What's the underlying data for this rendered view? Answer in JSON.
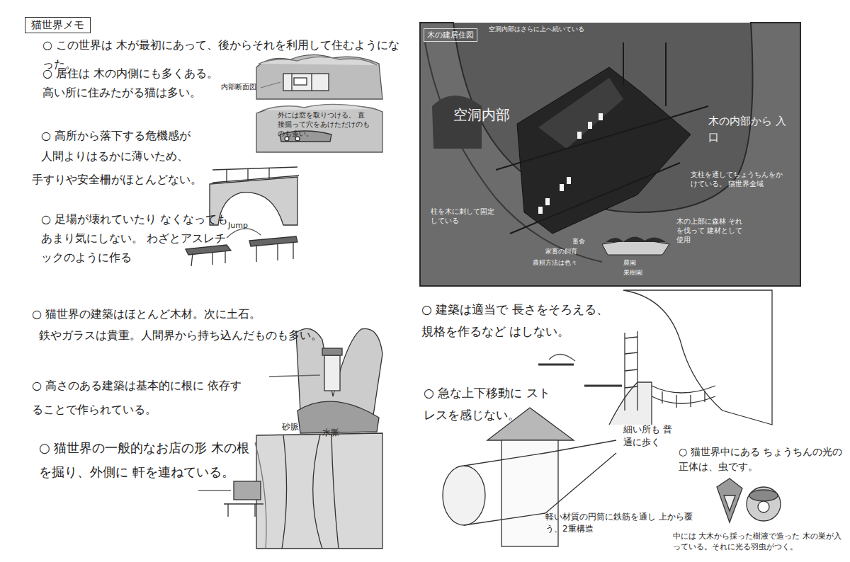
{
  "diagram": {
    "title": "猫世界メモ",
    "nodes": [
      {
        "text": [
          "木の建居住図"
        ]
      }
    ],
    "labels": [
      "○ この世界は 木が最初にあって、後からそれを利用して住むようになった。",
      "○ 居住は 木の内側にも多くある。 高い所に住みたがる猫は多い。",
      "内部断面図",
      "外には窓を取りつける。 直接掘って穴をあけただけのものも多い。",
      "○ 高所から落下する危機感が 人間よりはるかに薄いため、",
      "手すりや安全柵がほとんどない。",
      "○ 足場が壊れていたり なくなっても あまり気にしない。 わざとアスレチックのように作る",
      "Jump",
      "○ 猫世界の建築はほとんど木材。次に土石。",
      "鉄やガラスは貴重。人間界から持ち込んだものも多い。",
      "○ 高さのある建築は基本的に根に 依存することで作られている。",
      "○ 猫世界の一般的なお店の形 木の根を掘り、外側に 軒を連ねている。",
      "砂脈",
      "水脈",
      "空洞内部はさらに上へ続いている",
      "空洞内部",
      "木の内部から 入口",
      "柱を木に刺して固定している",
      "支柱を通してちょうちんをかけている。 猫世界全域",
      "木の上部に森林 それを伐って 建材として使用",
      "畜舎",
      "家畜の飼育",
      "農耕方法は色々",
      "農園",
      "果樹園",
      "○ 建築は適当で 長さをそろえる、規格を作るなど はしない。",
      "○ 急な上下移動に ストレスを感じない。",
      "細い所も 普通に歩く",
      "○ 猫世界中にある ちょうちんの光の正体は、虫です。",
      "軽い材質の円筒に鉄筋を通し 上から覆う、2重構造",
      "中には 大木から採った樹液で造った 木の巣が入っている。それに光る羽虫がつく。"
    ]
  }
}
